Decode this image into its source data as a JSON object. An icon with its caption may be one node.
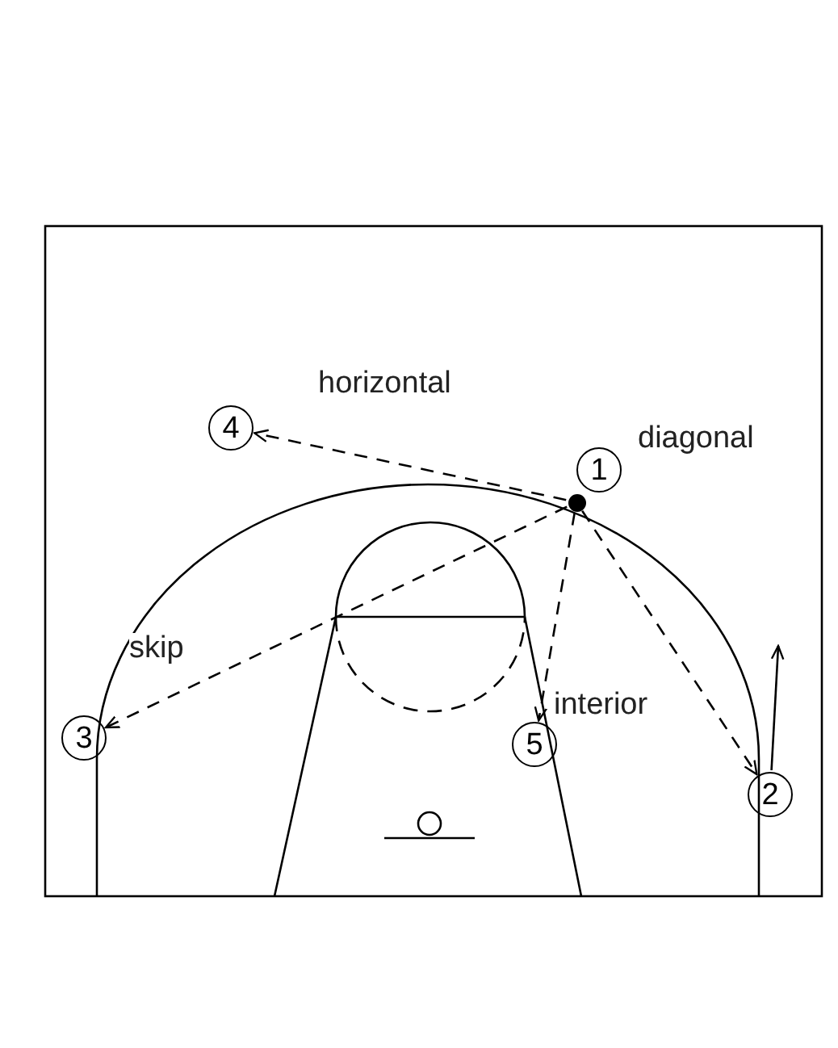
{
  "diagram": {
    "nodes": [
      {
        "text": [
          "4"
        ]
      },
      {
        "text": [
          "1"
        ]
      },
      {
        "text": [],
        "shape": "circle"
      },
      {
        "text": [
          "3"
        ]
      },
      {
        "text": [
          "5"
        ]
      },
      {
        "text": [
          "2"
        ]
      }
    ],
    "edges": [
      {
        "from": 2,
        "to": 0,
        "arrow": "to",
        "style": "dashed",
        "label": "horizontal"
      },
      {
        "from": 2,
        "to": 5,
        "arrow": "to",
        "style": "dashed",
        "label": "diagonal"
      },
      {
        "from": 2,
        "to": 3,
        "arrow": "to",
        "style": "dashed",
        "label": "skip"
      },
      {
        "from": 2,
        "to": 4,
        "arrow": "to",
        "style": "dashed",
        "label": "interior"
      },
      {
        "from": 5,
        "to": null,
        "arrow": "to"
      }
    ]
  }
}
